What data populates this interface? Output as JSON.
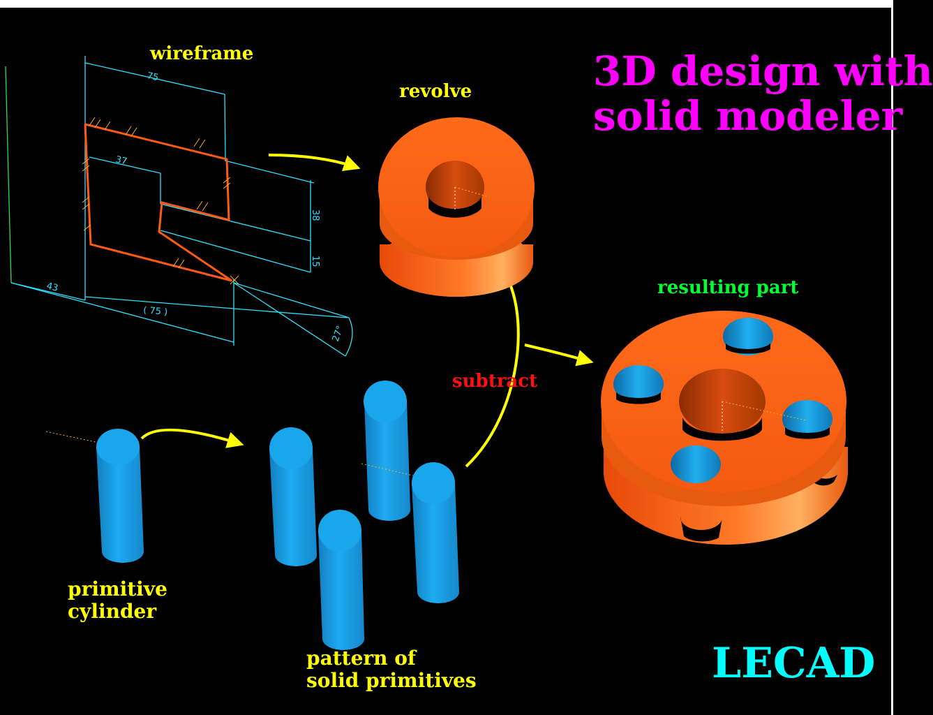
{
  "title": "3D design with solid modeler",
  "title_lines": [
    "3D design with",
    "solid modeler"
  ],
  "brand": "LECAD",
  "labels": {
    "wireframe": "wireframe",
    "revolve": "revolve",
    "resulting_part": "resulting part",
    "subtract": "subtract",
    "primitive_cylinder": [
      "primitive",
      "cylinder"
    ],
    "pattern": [
      "pattern of",
      "solid primitives"
    ]
  },
  "dimensions": {
    "d75_top": "75",
    "d37": "37",
    "d38": "38",
    "d15": "15",
    "d43": "43",
    "d75_bottom": "( 75 )",
    "angle": "27°"
  },
  "colors": {
    "title": "#ff00ff",
    "brand": "#00ffff",
    "label_yellow": "#ffff00",
    "label_green": "#00ff33",
    "label_red": "#ff1010",
    "solid_orange": "#ff6a1a",
    "primitive_blue": "#1aa6ea",
    "wireframe_cyan": "#2ee0ff",
    "profile_orange": "#ff5a14",
    "arrow_yellow": "#ffff00"
  }
}
